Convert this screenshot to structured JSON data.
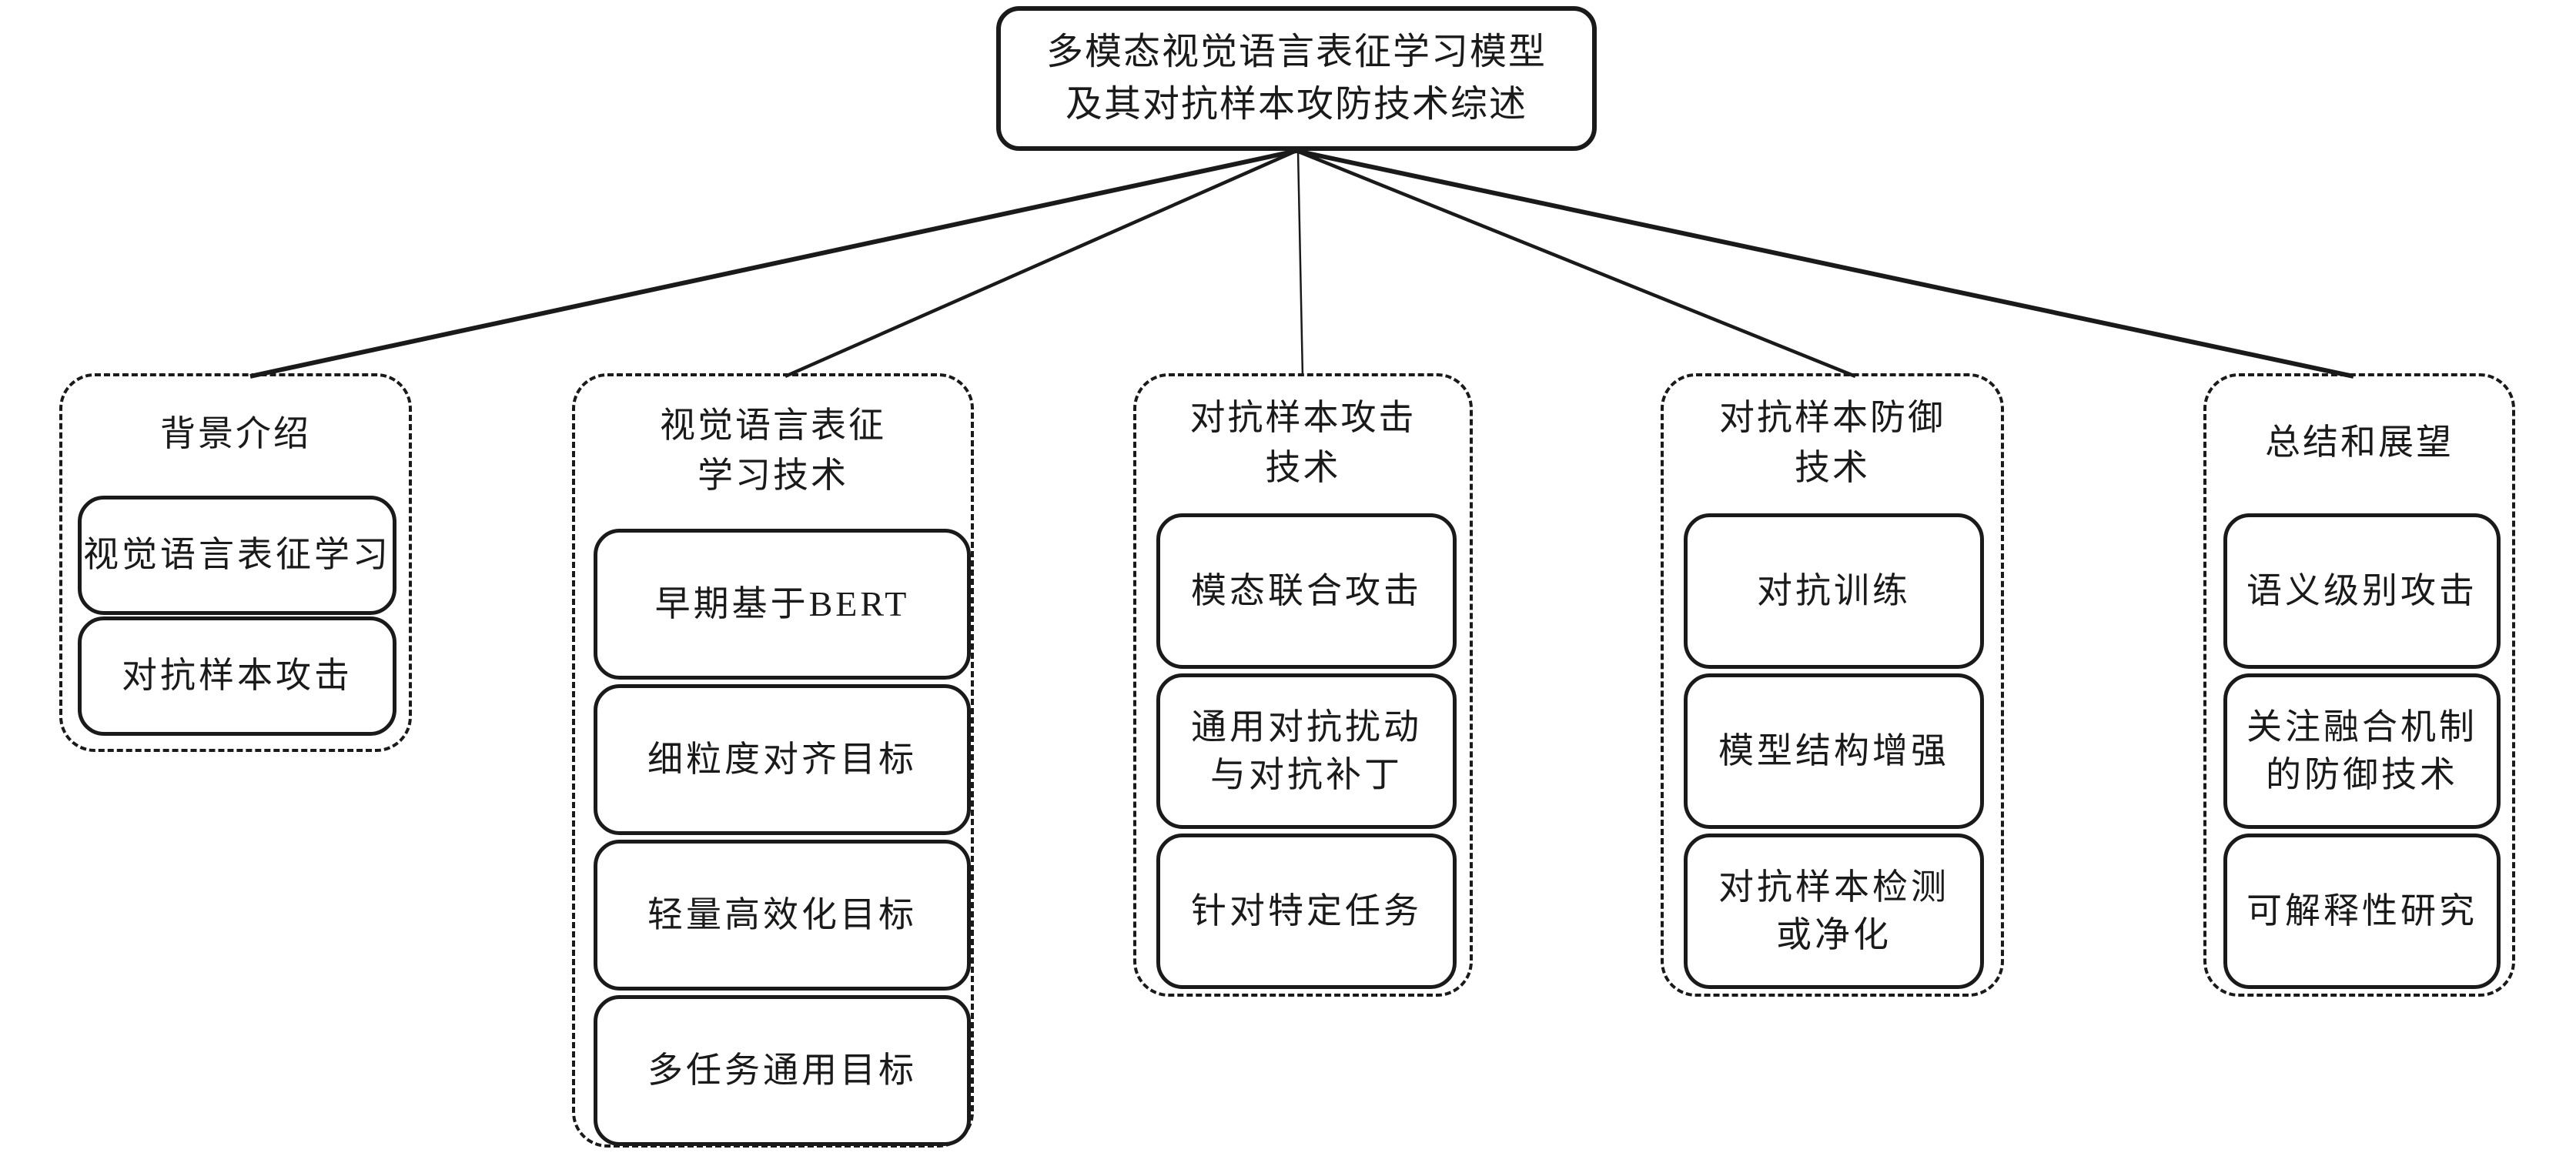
{
  "diagram": {
    "colors": {
      "stroke": "#1a1a1a",
      "background": "#ffffff"
    },
    "root": {
      "label": "多模态视觉语言表征学习模型\n及其对抗样本攻防技术综述"
    },
    "groups": [
      {
        "title": "背景介绍",
        "children": [
          "视觉语言表征学习",
          "对抗样本攻击"
        ]
      },
      {
        "title": "视觉语言表征\n学习技术",
        "children": [
          "早期基于BERT",
          "细粒度对齐目标",
          "轻量高效化目标",
          "多任务通用目标"
        ]
      },
      {
        "title": "对抗样本攻击\n技术",
        "children": [
          "模态联合攻击",
          "通用对抗扰动\n与对抗补丁",
          "针对特定任务"
        ]
      },
      {
        "title": "对抗样本防御\n技术",
        "children": [
          "对抗训练",
          "模型结构增强",
          "对抗样本检测\n或净化"
        ]
      },
      {
        "title": "总结和展望",
        "children": [
          "语义级别攻击",
          "关注融合机制\n的防御技术",
          "可解释性研究"
        ]
      }
    ]
  }
}
